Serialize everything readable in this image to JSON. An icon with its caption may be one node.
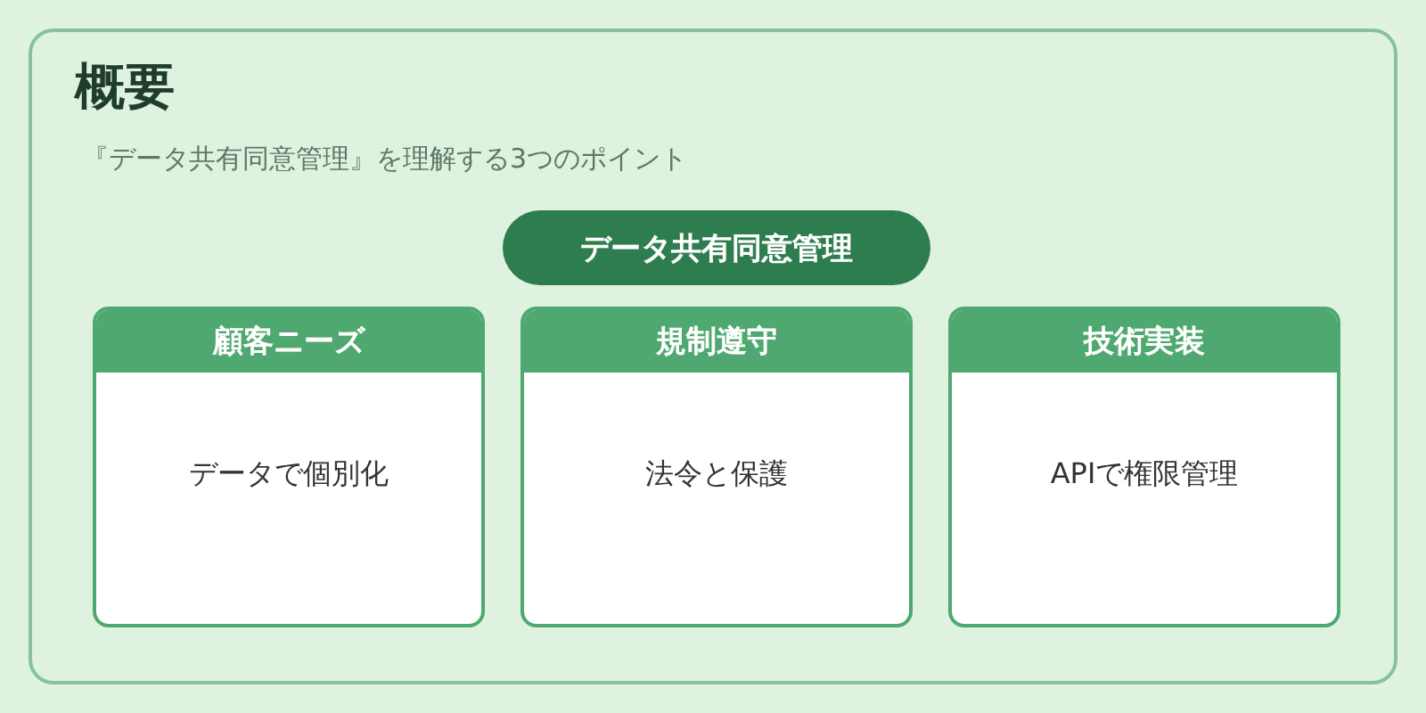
{
  "diagram": {
    "nodes": [
      {
        "text": [
          "概要",
          "『データ共有同意管理』を理解する3つのポイント"
        ]
      },
      {
        "text": [
          "データ共有同意管理"
        ],
        "in": 0
      },
      {
        "text": [
          "顧客ニーズ",
          "データで個別化"
        ],
        "in": 0
      },
      {
        "text": [
          "規制遵守",
          "法令と保護"
        ],
        "in": 0
      },
      {
        "text": [
          "技術実装",
          "APIで権限管理"
        ],
        "in": 0
      }
    ]
  }
}
